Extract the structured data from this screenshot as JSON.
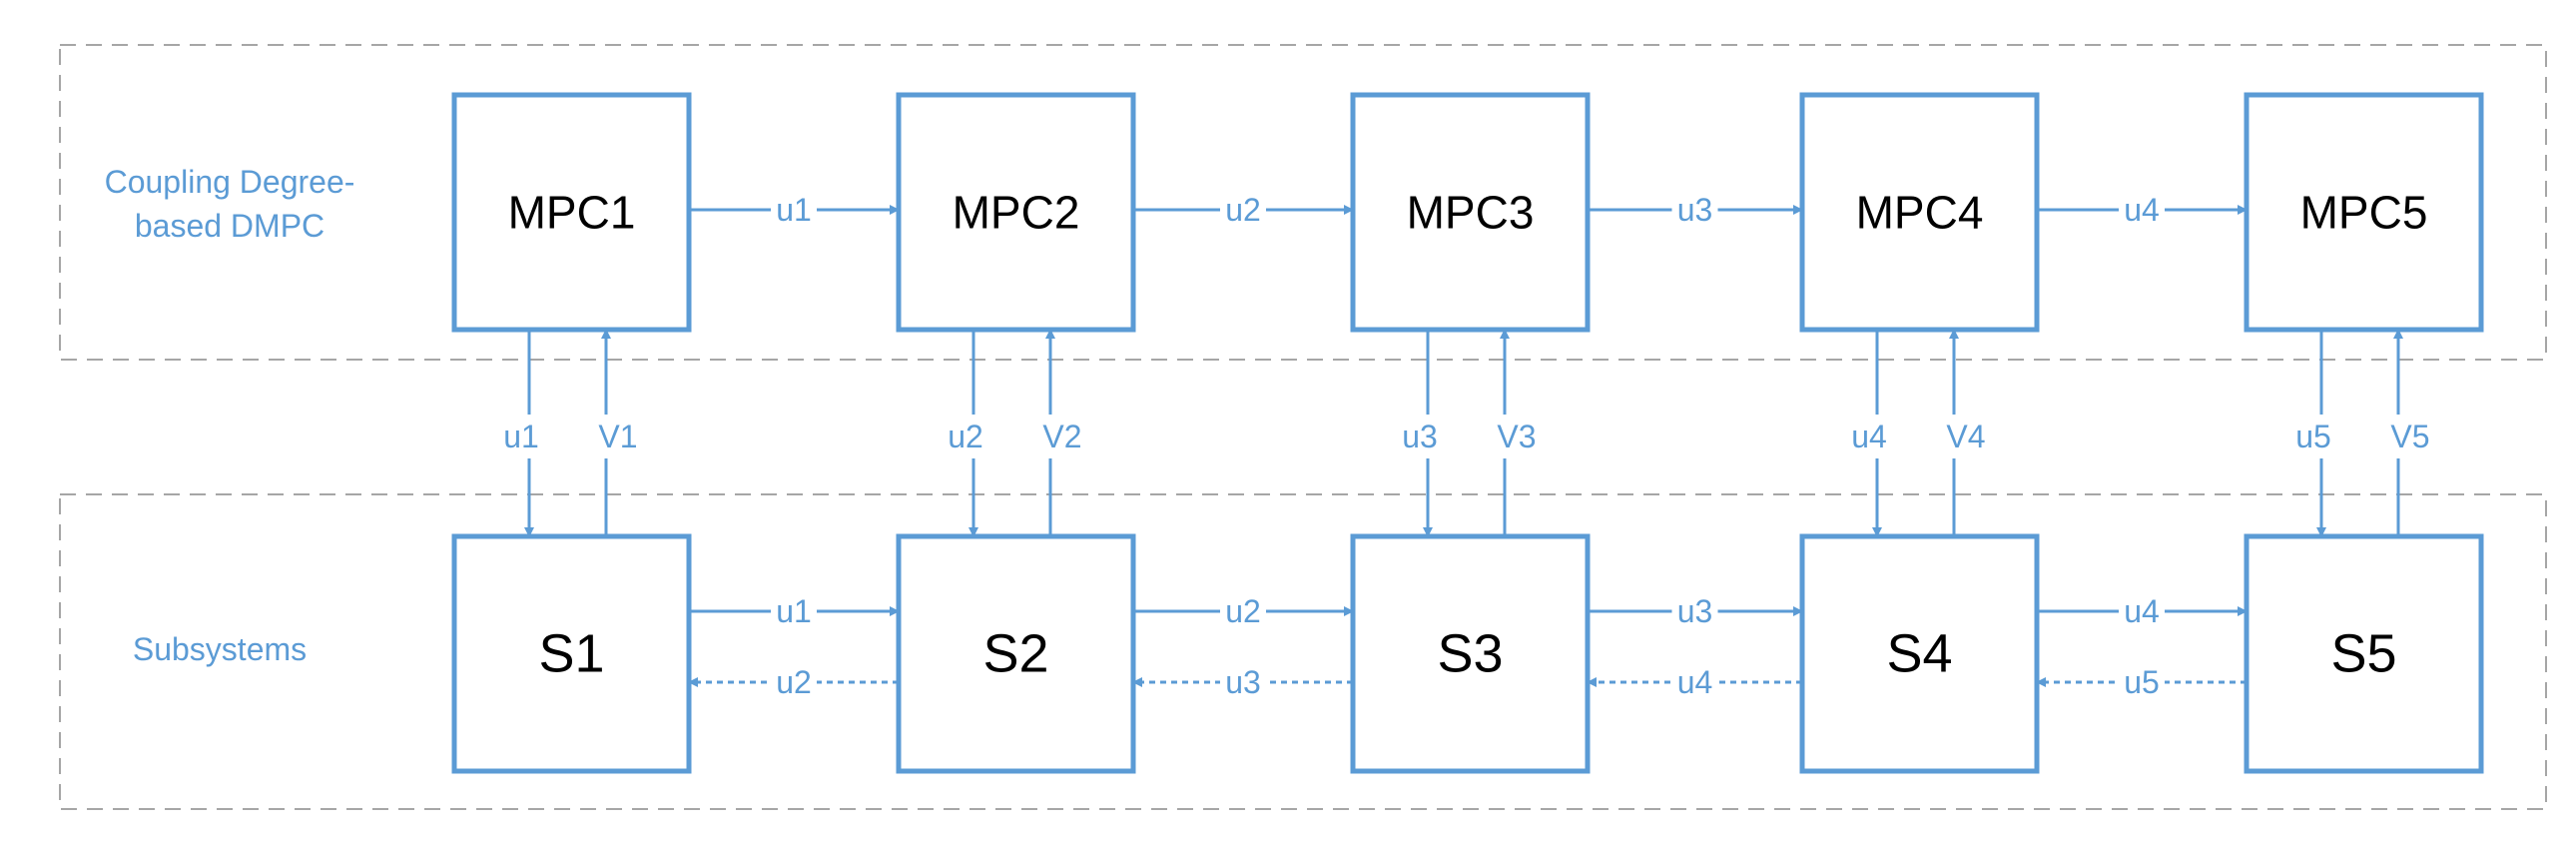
{
  "colors": {
    "accent": "#5b9bd5",
    "box_text": "#000000",
    "background": "#ffffff"
  },
  "groups": {
    "controller": {
      "label_line1": "Coupling Degree-",
      "label_line2": "based DMPC"
    },
    "plant": {
      "label": "Subsystems"
    }
  },
  "controllers": [
    {
      "label": "MPC1",
      "down": "u1",
      "up": "V1"
    },
    {
      "label": "MPC2",
      "down": "u2",
      "up": "V2"
    },
    {
      "label": "MPC3",
      "down": "u3",
      "up": "V3"
    },
    {
      "label": "MPC4",
      "down": "u4",
      "up": "V4"
    },
    {
      "label": "MPC5",
      "down": "u5",
      "up": "V5"
    }
  ],
  "subsystems": [
    {
      "label": "S1"
    },
    {
      "label": "S2"
    },
    {
      "label": "S3"
    },
    {
      "label": "S4"
    },
    {
      "label": "S5"
    }
  ],
  "controller_links": [
    "u1",
    "u2",
    "u3",
    "u4"
  ],
  "forward_links": [
    "u1",
    "u2",
    "u3",
    "u4"
  ],
  "feedback_links": [
    "u2",
    "u3",
    "u4",
    "u5"
  ]
}
